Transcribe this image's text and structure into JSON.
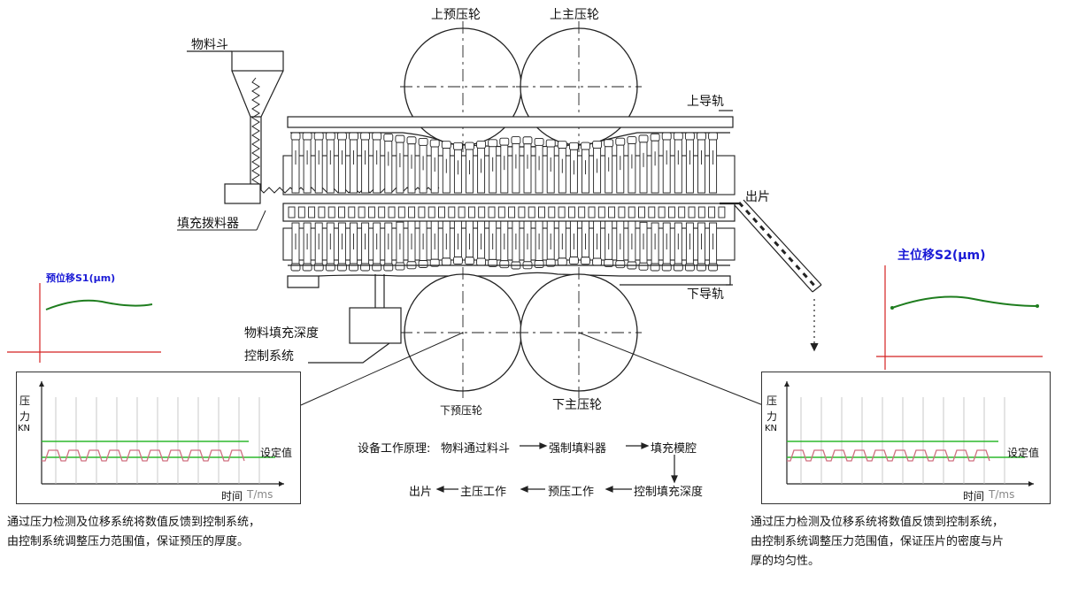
{
  "labels": {
    "hopper": "物料斗",
    "upper_pre_roller": "上预压轮",
    "upper_main_roller": "上主压轮",
    "upper_rail": "上导轨",
    "lower_rail": "下导轨",
    "lower_pre_roller": "下预压轮",
    "lower_main_roller": "下主压轮",
    "feeder": "填充拨料器",
    "outlet": "出片",
    "depth_control_line1": "物料填充深度",
    "depth_control_line2": "控制系统"
  },
  "left_chart": {
    "displacement_label": "预位移S1(μm)",
    "y_label_1": "压",
    "y_label_2": "力",
    "y_unit": "KN",
    "set_value": "设定值",
    "x_label": "时间",
    "x_unit": "T/ms"
  },
  "right_chart": {
    "displacement_label": "主位移S2(μm)",
    "y_label_1": "压",
    "y_label_2": "力",
    "y_unit": "KN",
    "set_value": "设定值",
    "x_label": "时间",
    "x_unit": "T/ms"
  },
  "principle": {
    "prefix": "设备工作原理:",
    "step1": "物料通过料斗",
    "step2": "强制填料器",
    "step3": "填充模腔",
    "step4": "控制填充深度",
    "step5": "预压工作",
    "step6": "主压工作",
    "step7": "出片"
  },
  "desc_left": {
    "line1": "通过压力检测及位移系统将数值反馈到控制系统，",
    "line2": "由控制系统调整压力范围值，保证预压的厚度。"
  },
  "desc_right": {
    "line1": "通过压力检测及位移系统将数值反馈到控制系统，",
    "line2": "由控制系统调整压力范围值，保证压片的密度与片",
    "line3": "厚的均匀性。"
  },
  "colors": {
    "line": "#222222",
    "green": "#1e7d1e",
    "red": "#d42020",
    "blue": "#1a1ad6",
    "set_line": "#2db82d",
    "pulse": "#d07080"
  }
}
